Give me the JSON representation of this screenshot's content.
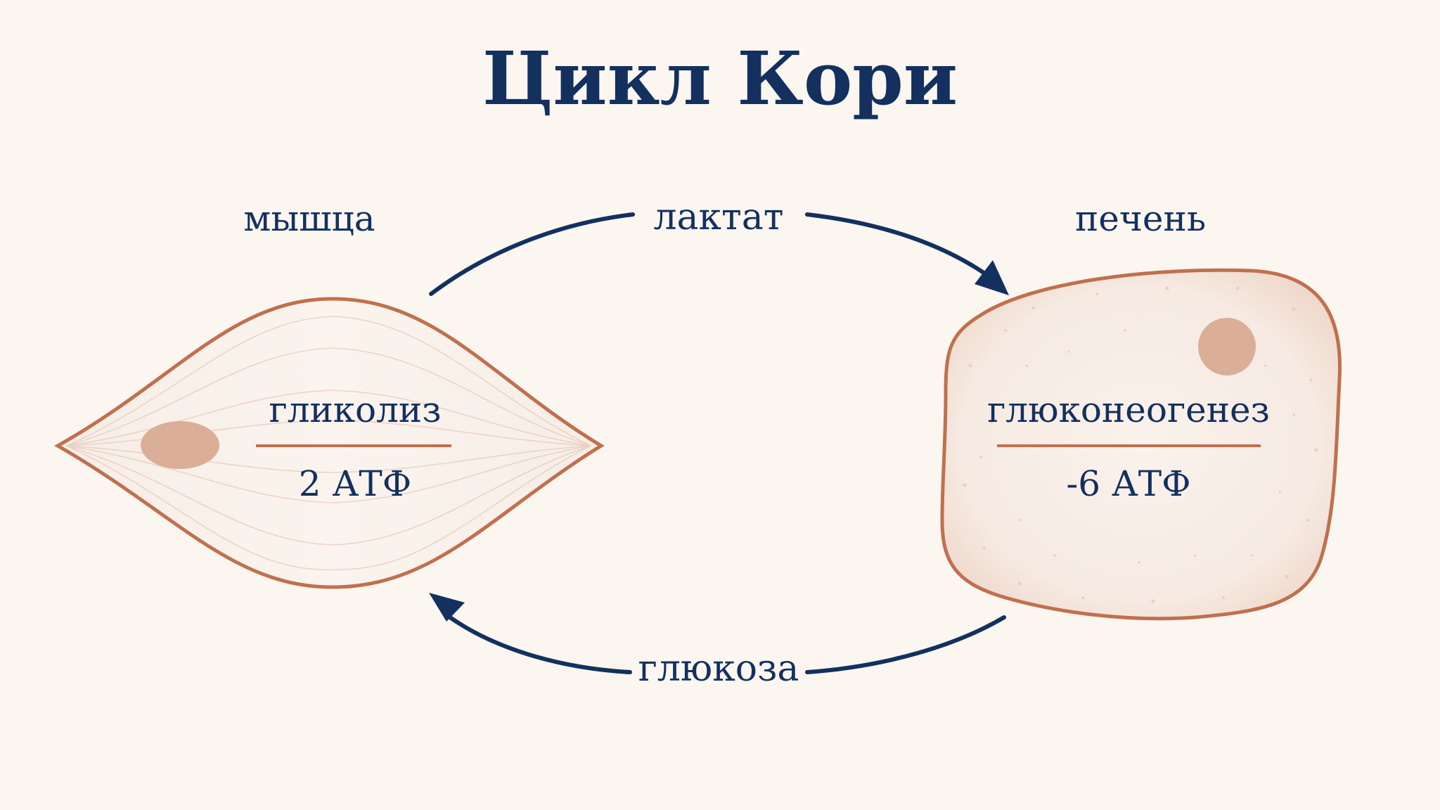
{
  "title": "Цикл Кори",
  "colors": {
    "background": "#FBF6F0",
    "text": "#13305F",
    "arrow": "#13305F",
    "cell_outline": "#C0704E",
    "cell_fill": "#F7EDE6",
    "nucleus": "#DBAE98"
  },
  "muscle": {
    "label": "мышца",
    "process": "гликолиз",
    "atp": "2 АТФ"
  },
  "liver": {
    "label": "печень",
    "process": "глюконеогенез",
    "atp": "-6 АТФ"
  },
  "flows": {
    "top": "лактат",
    "bottom": "глюкоза"
  }
}
